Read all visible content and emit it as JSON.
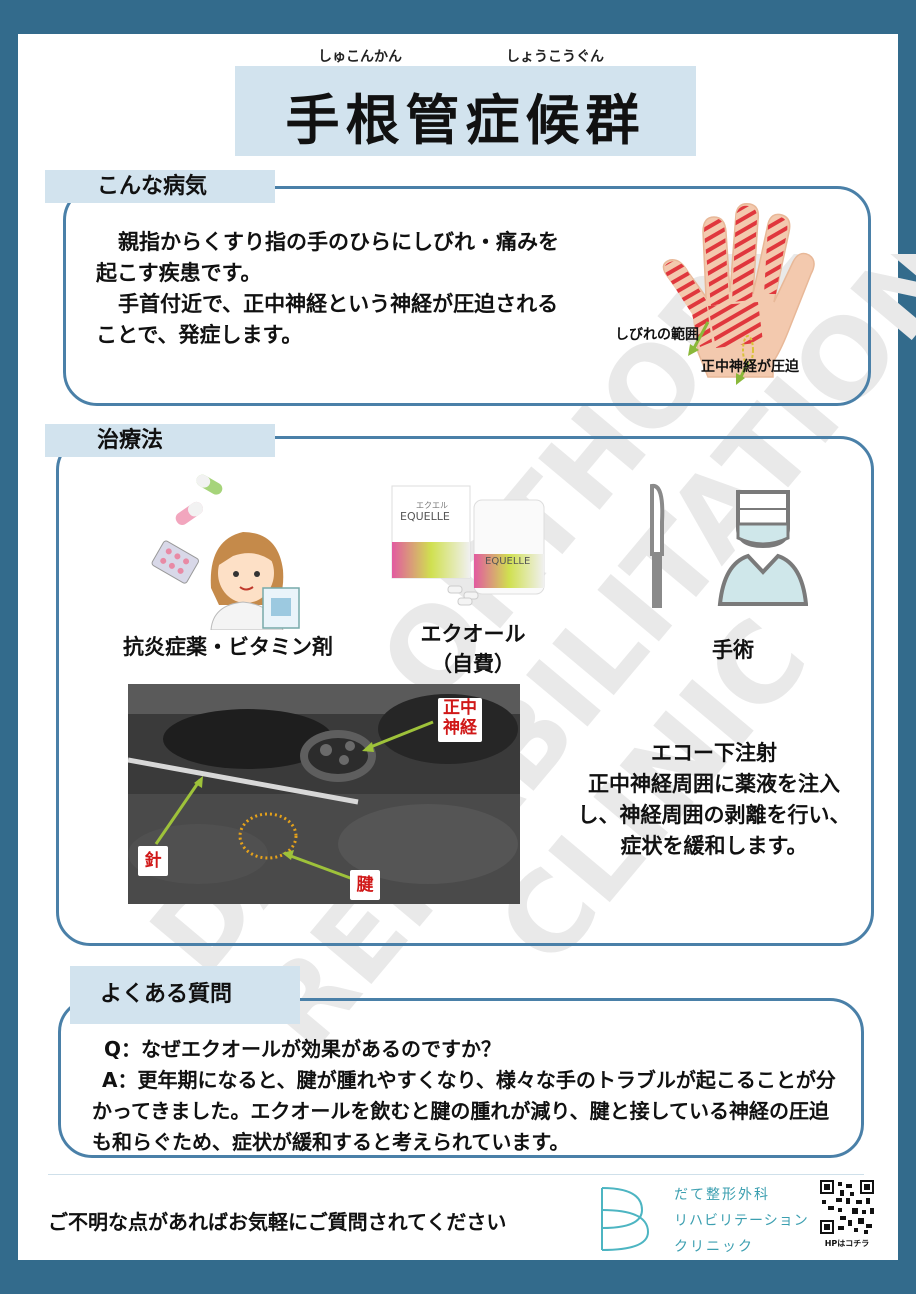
{
  "title": {
    "text": "手根管症候群",
    "ruby_left": "しゅこんかん",
    "ruby_right": "しょうこうぐん"
  },
  "section1": {
    "label": "こんな病気",
    "paragraph1": "親指からくすり指の手のひらにしびれ・痛みを起こす疾患です。",
    "paragraph2": "手首付近で、正中神経という神経が圧迫されることで、発症します。",
    "hand_label_numbness": "しびれの範囲",
    "hand_label_nerve": "正中神経が圧迫"
  },
  "section2": {
    "label": "治療法",
    "treatment1": "抗炎症薬・ビタミン剤",
    "treatment2_line1": "エクオール",
    "treatment2_line2": "（自費）",
    "treatment3": "手術",
    "product_name": "EQUELLE",
    "product_kana": "エクエル",
    "us_label_nerve_1": "正中",
    "us_label_nerve_2": "神経",
    "us_label_needle": "針",
    "us_label_tendon": "腱",
    "injection_title": "エコー下注射",
    "injection_text": "正中神経周囲に薬液を注入し、神経周囲の剥離を行い、症状を緩和します。"
  },
  "section3": {
    "label": "よくある質問",
    "question": "Q：なぜエクオールが効果があるのですか？",
    "answer": "A：更年期になると、腱が腫れやすくなり、様々な手のトラブルが起こることが分かってきました。エクオールを飲むと腱の腫れが減り、腱と接している神経の圧迫も和らぐため、症状が緩和すると考えられています。"
  },
  "footer": {
    "message": "ご不明な点があればお気軽にご質問されてください",
    "clinic_line1": "だて整形外科",
    "clinic_line2": "リハビリテーション",
    "clinic_line3": "クリニック",
    "qr_caption": "HPはコチラ"
  },
  "watermark_text": "DATE ORTHOPEDIC REHABILITATION CLINIC",
  "colors": {
    "frame": "#336b8c",
    "accent_light": "#d2e3ee",
    "panel_border": "#4a80a8",
    "label_red": "#d01818",
    "logo_teal": "#4db5c2"
  }
}
